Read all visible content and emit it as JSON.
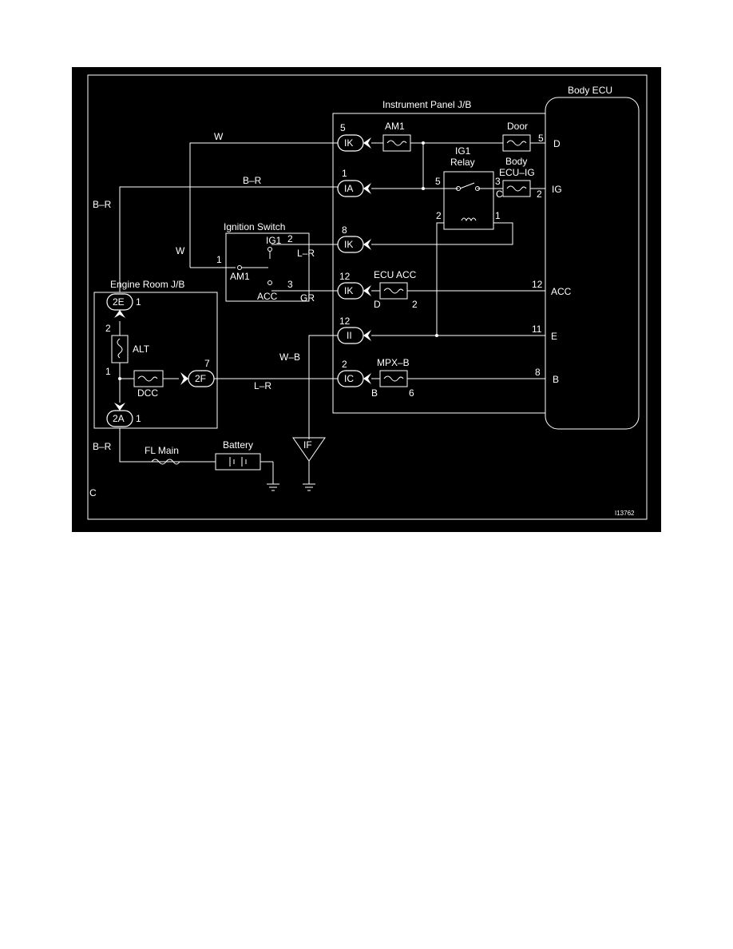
{
  "diagram": {
    "bg_color": "#000000",
    "line_color": "#ffffff",
    "figure_id": "I13762",
    "corner_mark": "C",
    "blocks": {
      "body_ecu": "Body ECU",
      "instrument_panel_jb": "Instrument Panel J/B",
      "engine_room_jb": "Engine Room J/B",
      "ignition_switch": "Ignition Switch",
      "ig1_relay_line1": "IG1",
      "ig1_relay_line2": "Relay",
      "battery": "Battery"
    },
    "fuses": {
      "am1": "AM1",
      "door": "Door",
      "body_ecu_ig_line1": "Body",
      "body_ecu_ig_line2": "ECU–IG",
      "ecu_acc": "ECU ACC",
      "mpx_b": "MPX–B",
      "dcc": "DCC",
      "alt": "ALT",
      "fl_main": "FL Main"
    },
    "connectors": {
      "ik5": "IK",
      "ia1": "IA",
      "ik8": "IK",
      "ik12": "IK",
      "ii12": "II",
      "ic2": "IC",
      "e2e": "2E",
      "e2f": "2F",
      "e2a": "2A",
      "ground_if": "IF"
    },
    "wires": {
      "w_top": "W",
      "br_top": "B–R",
      "br_left": "B–R",
      "w_left": "W",
      "lr_mid": "L–R",
      "gr": "GR",
      "wb": "W–B",
      "lr_low": "L–R",
      "br_bottom": "B–R"
    },
    "pins": {
      "p_ik5": "5",
      "p_ia1": "1",
      "p_ik8": "8",
      "p_ik12": "12",
      "p_ii12": "12",
      "p_ic2": "2",
      "p_door5": "5",
      "p_ecuig2": "2",
      "p_acc12": "12",
      "p_e11": "11",
      "p_b8": "8",
      "p_relay5": "5",
      "p_relay3": "3",
      "p_relay2": "2",
      "p_relay1": "1",
      "p_ig1_2": "2",
      "p_am1_1": "1",
      "p_acc_3": "3",
      "p_ecuacc_2": "2",
      "p_mpxb_6": "6",
      "p_2e_1": "1",
      "p_alt_2": "2",
      "p_alt_1": "1",
      "p_2f_7": "7",
      "p_2a_1": "1",
      "l_c": "C",
      "l_d": "D",
      "l_b": "B"
    },
    "ecu_terminals": {
      "d": "D",
      "ig": "IG",
      "acc": "ACC",
      "e": "E",
      "b": "B"
    },
    "switch_terminals": {
      "ig1": "IG1",
      "am1": "AM1",
      "acc": "ACC"
    }
  }
}
